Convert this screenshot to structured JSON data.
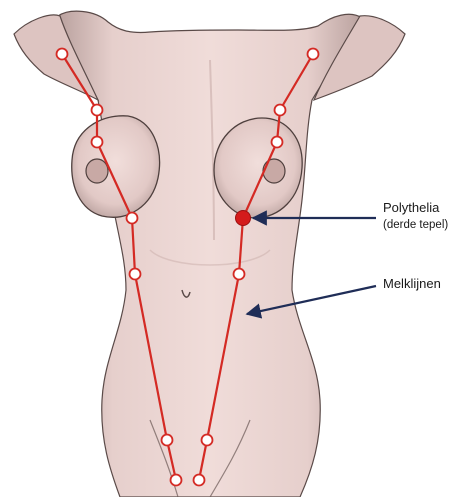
{
  "annotations": {
    "polythelia": {
      "label": "Polythelia",
      "sublabel": "(derde tepel)"
    },
    "milk_lines": {
      "label": "Melklijnen"
    }
  },
  "colors": {
    "milk_line": "#d42a24",
    "supernumerary_nipple": "#d41b1b",
    "pointer_arrow": "#1f2d57",
    "skin": "#e8d0cd",
    "skin_shadow": "#a89390",
    "outline": "#3a3030"
  }
}
